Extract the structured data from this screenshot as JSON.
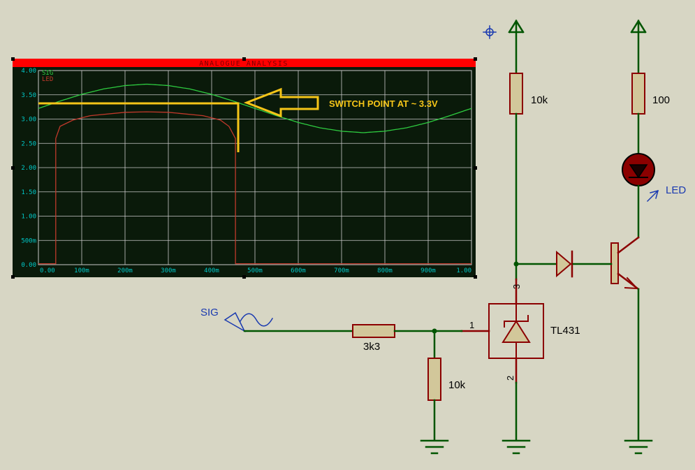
{
  "graph": {
    "title": "ANALOGUE ANALYSIS",
    "annotation": "SWITCH POINT AT ~ 3.3V",
    "colors": {
      "title_bar": "#ff0000",
      "plot_bg": "#0a1a0a",
      "grid": "#c8c8c8",
      "tick_text": "#00c8c8",
      "sig": "#2ecc40",
      "led": "#c0392b",
      "annotation": "#f5c518"
    }
  },
  "chart_data": {
    "type": "line",
    "title": "ANALOGUE ANALYSIS",
    "x_ticks": [
      "0.00",
      "100m",
      "200m",
      "300m",
      "400m",
      "500m",
      "600m",
      "700m",
      "800m",
      "900m",
      "1.00"
    ],
    "y_ticks": [
      "0.00",
      "500m",
      "1.00",
      "1.50",
      "2.00",
      "2.50",
      "3.00",
      "3.50",
      "4.00"
    ],
    "xlim": [
      0,
      1.0
    ],
    "ylim": [
      0,
      4.0
    ],
    "grid": true,
    "legend": "top-left",
    "series": [
      {
        "name": "SIG",
        "color": "#2ecc40",
        "x": [
          0,
          0.05,
          0.1,
          0.15,
          0.2,
          0.25,
          0.3,
          0.35,
          0.4,
          0.45,
          0.5,
          0.55,
          0.6,
          0.65,
          0.7,
          0.75,
          0.8,
          0.85,
          0.9,
          0.95,
          1.0
        ],
        "y": [
          3.22,
          3.37,
          3.51,
          3.62,
          3.69,
          3.72,
          3.69,
          3.62,
          3.51,
          3.37,
          3.22,
          3.07,
          2.93,
          2.82,
          2.75,
          2.72,
          2.75,
          2.82,
          2.93,
          3.07,
          3.22
        ]
      },
      {
        "name": "LED",
        "color": "#c0392b",
        "x": [
          0,
          0.04,
          0.04,
          0.05,
          0.08,
          0.12,
          0.2,
          0.25,
          0.3,
          0.38,
          0.42,
          0.44,
          0.455,
          0.455,
          0.5,
          0.6,
          0.7,
          0.8,
          0.9,
          1.0
        ],
        "y": [
          0.02,
          0.02,
          2.6,
          2.85,
          2.98,
          3.07,
          3.14,
          3.15,
          3.14,
          3.07,
          2.98,
          2.85,
          2.6,
          0.02,
          0.02,
          0.02,
          0.02,
          0.02,
          0.02,
          0.02
        ]
      }
    ]
  },
  "schematic": {
    "labels": {
      "r_top_left": "10k",
      "r_top_right": "100",
      "led": "LED",
      "sig": "SIG",
      "r_series": "3k3",
      "r_bottom": "10k",
      "ic": "TL431",
      "pin1": "1",
      "pin2": "2",
      "pin3": "3"
    },
    "colors": {
      "wire": "#005500",
      "component": "#8b0000",
      "fill": "#d2c79a",
      "probe": "#1a3ab0",
      "text": "#000000"
    }
  }
}
